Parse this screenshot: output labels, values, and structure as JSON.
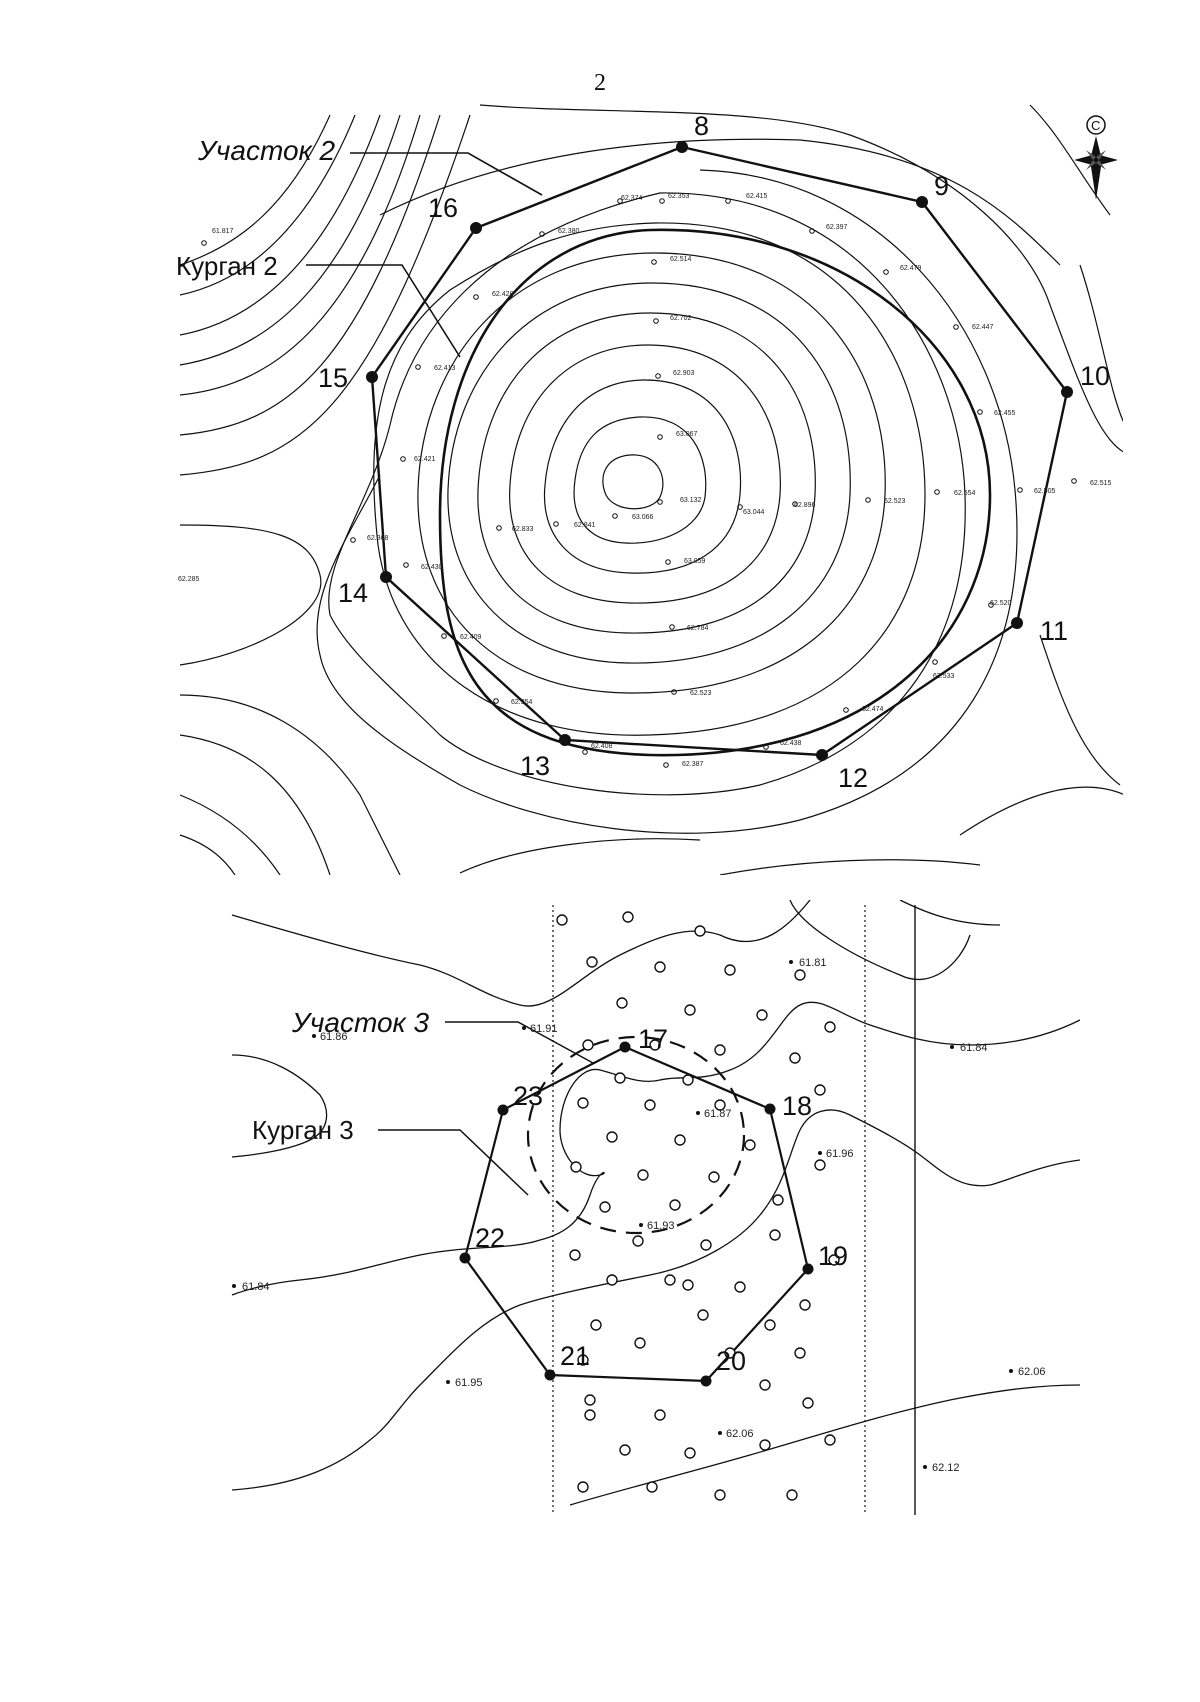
{
  "page_number": "2",
  "map1": {
    "site_label": "Участок 2",
    "mound_label": "Курган 2",
    "north_letter": "С",
    "vertices": [
      "8",
      "9",
      "10",
      "11",
      "12",
      "13",
      "14",
      "15",
      "16"
    ],
    "elevations": [
      "61.817",
      "62.374",
      "62.353",
      "62.415",
      "62.397",
      "62.380",
      "62.479",
      "62.514",
      "62.428",
      "62.447",
      "62.702",
      "62.413",
      "62.903",
      "62.455",
      "63.067",
      "62.421",
      "62.515",
      "63.132",
      "62.505",
      "62.554",
      "62.523",
      "62.896",
      "63.044",
      "63.066",
      "62.841",
      "62.833",
      "62.368",
      "63.059",
      "62.430",
      "62.520",
      "62.784",
      "62.409",
      "62.533",
      "62.523",
      "62.354",
      "62.474",
      "62.408",
      "62.438",
      "62.387",
      "62.285"
    ]
  },
  "map2": {
    "site_label": "Участок 3",
    "mound_label": "Курган 3",
    "vertices": [
      "17",
      "18",
      "19",
      "20",
      "21",
      "22",
      "23"
    ],
    "elevations": [
      "61.81",
      "61.91",
      "61.86",
      "61.84",
      "61.87",
      "61.96",
      "61.93",
      "61.84",
      "61.95",
      "62.06",
      "62.06",
      "62.12"
    ]
  }
}
